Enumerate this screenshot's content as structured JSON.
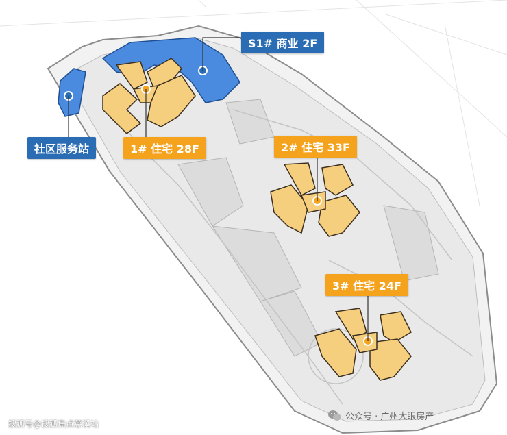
{
  "labels": {
    "s1": "S1# 商业 2F",
    "community": "社区服务站",
    "b1": "1# 住宅 28F",
    "b2": "2# 住宅 33F",
    "b3": "3# 住宅 24F"
  },
  "watermarks": {
    "sohu": "搜狐号@搜狐焦点慈溪站",
    "wechat": "公众号 · 广州大眼房产"
  },
  "colors": {
    "commercial_blue": "#3d7fd6",
    "residential_orange": "#f5a21c",
    "building_fill": "#f6cf7e",
    "site_gray": "#e6e6e6"
  },
  "icons": {
    "wechat": "wechat-icon"
  }
}
